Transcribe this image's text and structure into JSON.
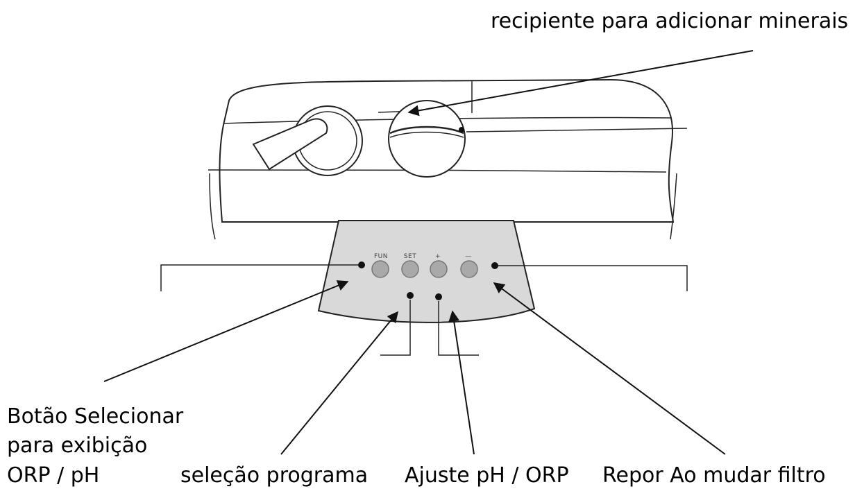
{
  "diagram": {
    "callouts": {
      "mineral_container": "recipiente para adicionar minerais",
      "select_button_line1": "Botão Selecionar",
      "select_button_line2": "para exibição",
      "select_button_line3": "ORP / pH",
      "program_selection": "seleção programa",
      "ph_orp_adjust": "Ajuste pH / ORP",
      "reset_filter": "Repor Ao mudar filtro"
    },
    "buttons": [
      {
        "key": "fun",
        "label": "FUN"
      },
      {
        "key": "set",
        "label": "SET"
      },
      {
        "key": "plus",
        "label": "+"
      },
      {
        "key": "minus",
        "label": "—"
      }
    ],
    "colors": {
      "line": "#111111",
      "panel": "#d9d9d9",
      "button": "#a9a9a9"
    }
  }
}
